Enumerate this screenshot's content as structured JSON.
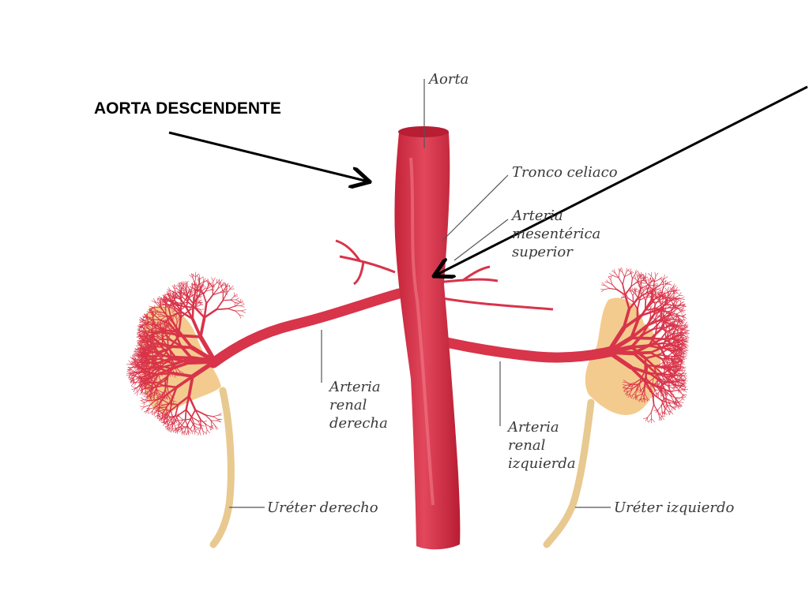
{
  "heading": "AORTA DESCENDENTE",
  "labels": {
    "aorta": "Aorta",
    "tronco_celiaco": "Tronco celiaco",
    "mesenterica": [
      "Arteria",
      "mesentérica",
      "superior"
    ],
    "renal_derecha": [
      "Arteria",
      "renal",
      "derecha"
    ],
    "renal_izquierda": [
      "Arteria",
      "renal",
      "izquierda"
    ],
    "ureter_derecho": "Uréter derecho",
    "ureter_izquierdo": "Uréter izquierdo"
  },
  "colors": {
    "artery": "#d8344a",
    "artery_dark": "#b31f35",
    "pelvis": "#f2c27a",
    "leader": "#555555",
    "arrow": "#000000"
  }
}
